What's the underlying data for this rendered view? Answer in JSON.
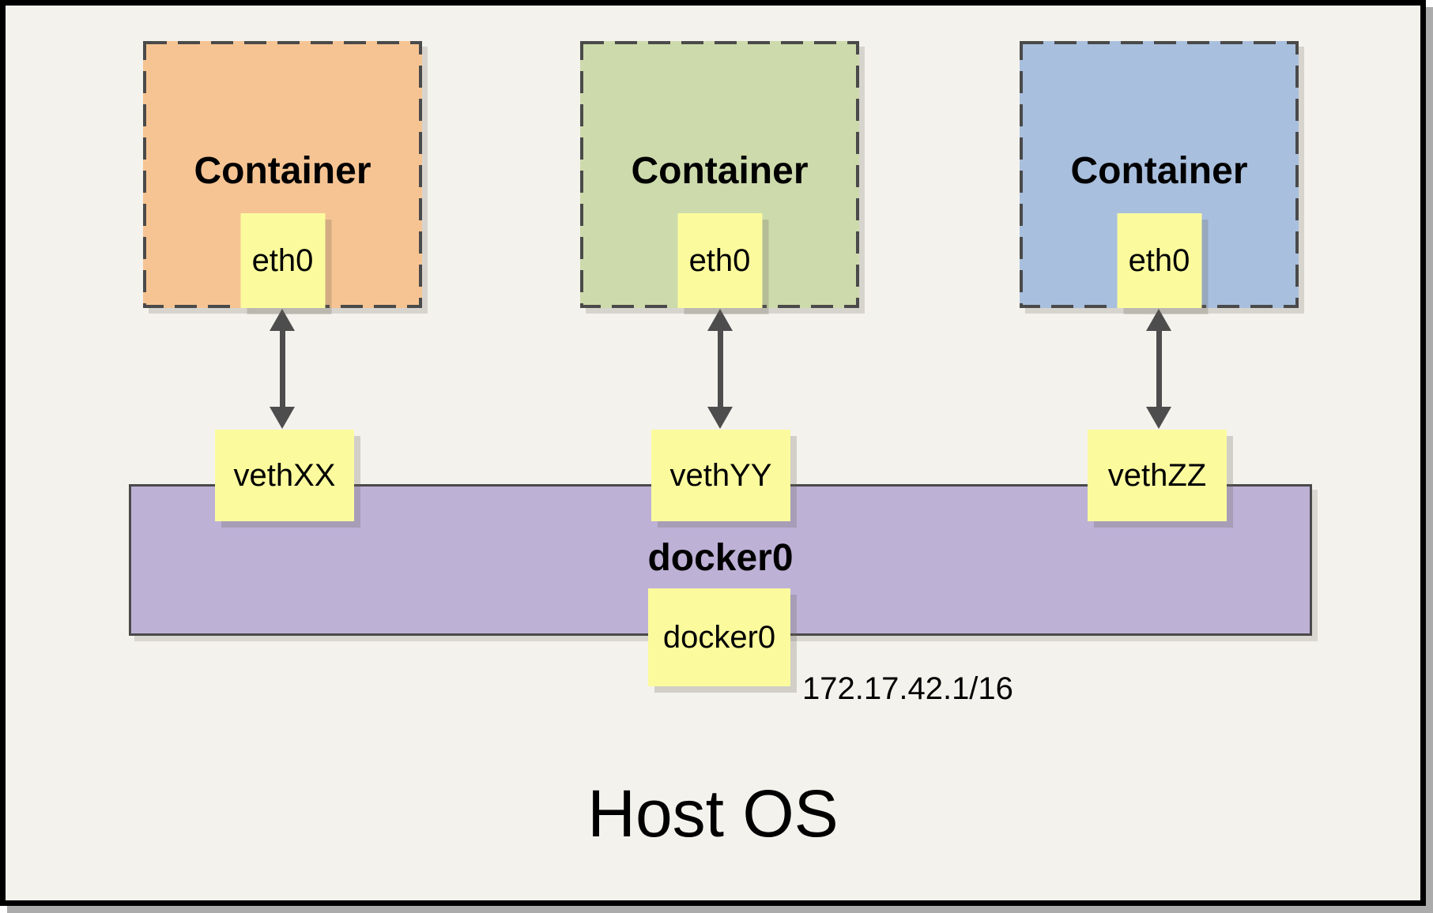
{
  "colors": {
    "background": "#F4F2ED",
    "outer_border": "#000000",
    "shadow_edge": "#ABABAB",
    "dash_border": "#4A4A4A",
    "arrow": "#4D4D4D",
    "node_fill": "#FBFB9E",
    "bridge_fill": "#BEB1D6"
  },
  "containers": [
    {
      "label": "Container",
      "interface_label": "eth0",
      "veth_label": "vethXX",
      "fill": "#F6C493"
    },
    {
      "label": "Container",
      "interface_label": "eth0",
      "veth_label": "vethYY",
      "fill": "#CDDAAB"
    },
    {
      "label": "Container",
      "interface_label": "eth0",
      "veth_label": "vethZZ",
      "fill": "#A9BFDE"
    }
  ],
  "bridge": {
    "label": "docker0",
    "interface_label": "docker0",
    "ip_address": "172.17.42.1/16"
  },
  "host": {
    "label": "Host OS"
  }
}
